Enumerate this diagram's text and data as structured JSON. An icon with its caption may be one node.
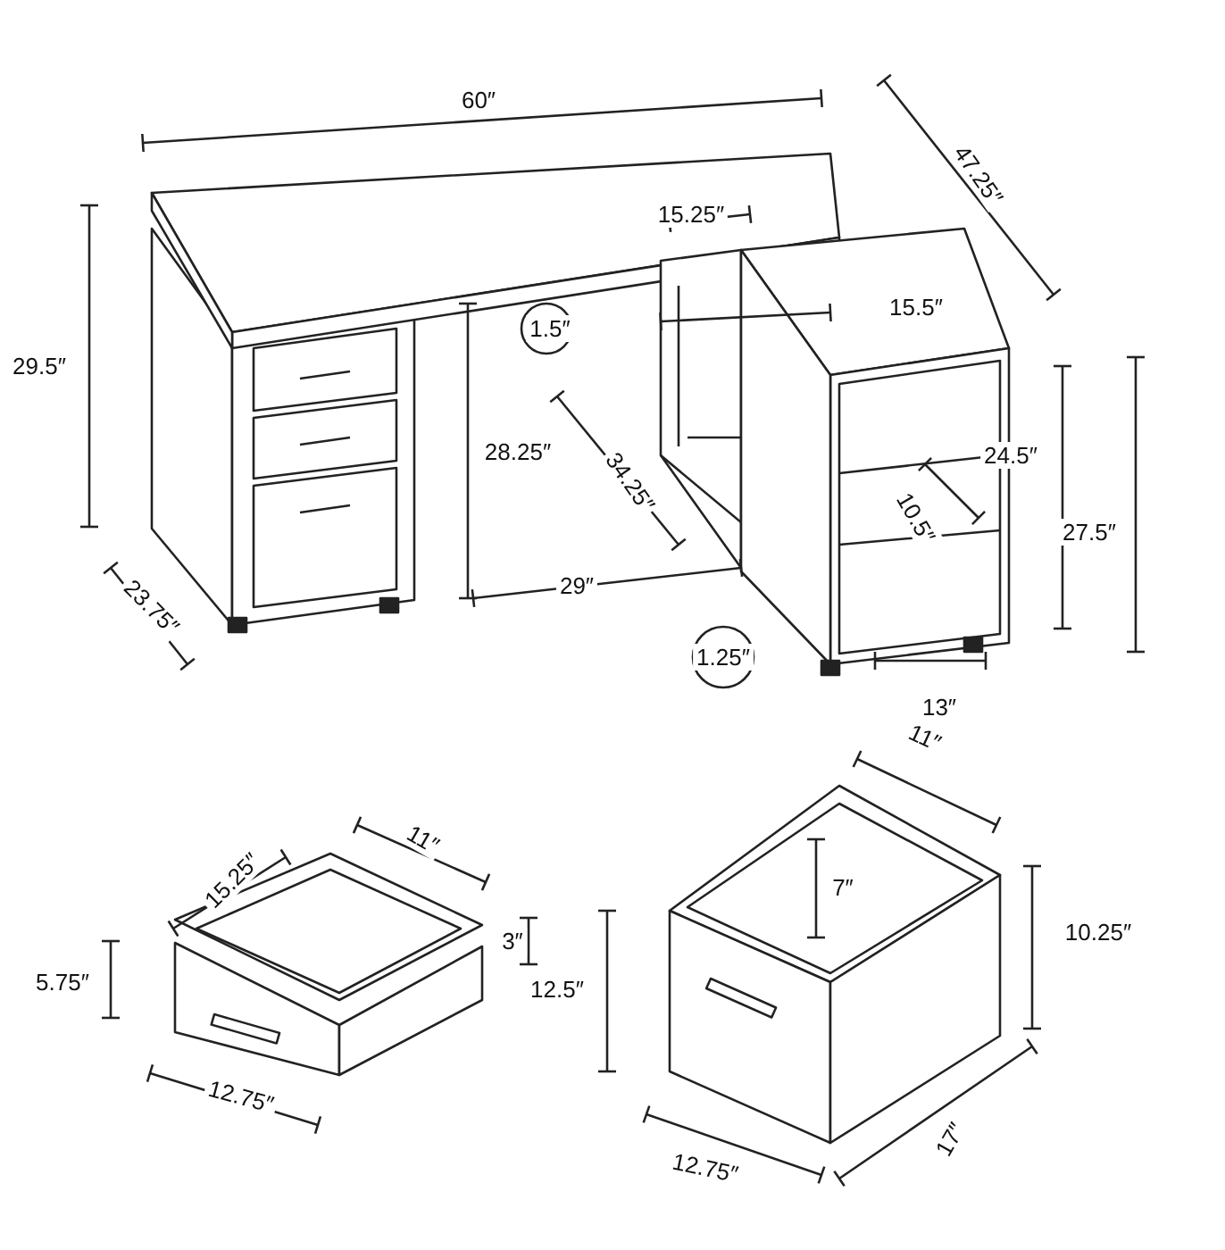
{
  "diagram": {
    "labels": [
      "60″",
      "47.25″",
      "15.25″",
      "29.5″",
      "1.5″",
      "15.5″",
      "28.25″",
      "24.5″",
      "34.25″",
      "27.5″",
      "10.5″",
      "23.75″",
      "29″",
      "1.25″",
      "13″",
      "11″",
      "15.25″",
      "11″",
      "7″",
      "10.25″",
      "3″",
      "5.75″",
      "12.5″",
      "12.75″",
      "17″",
      "12.75″"
    ]
  }
}
